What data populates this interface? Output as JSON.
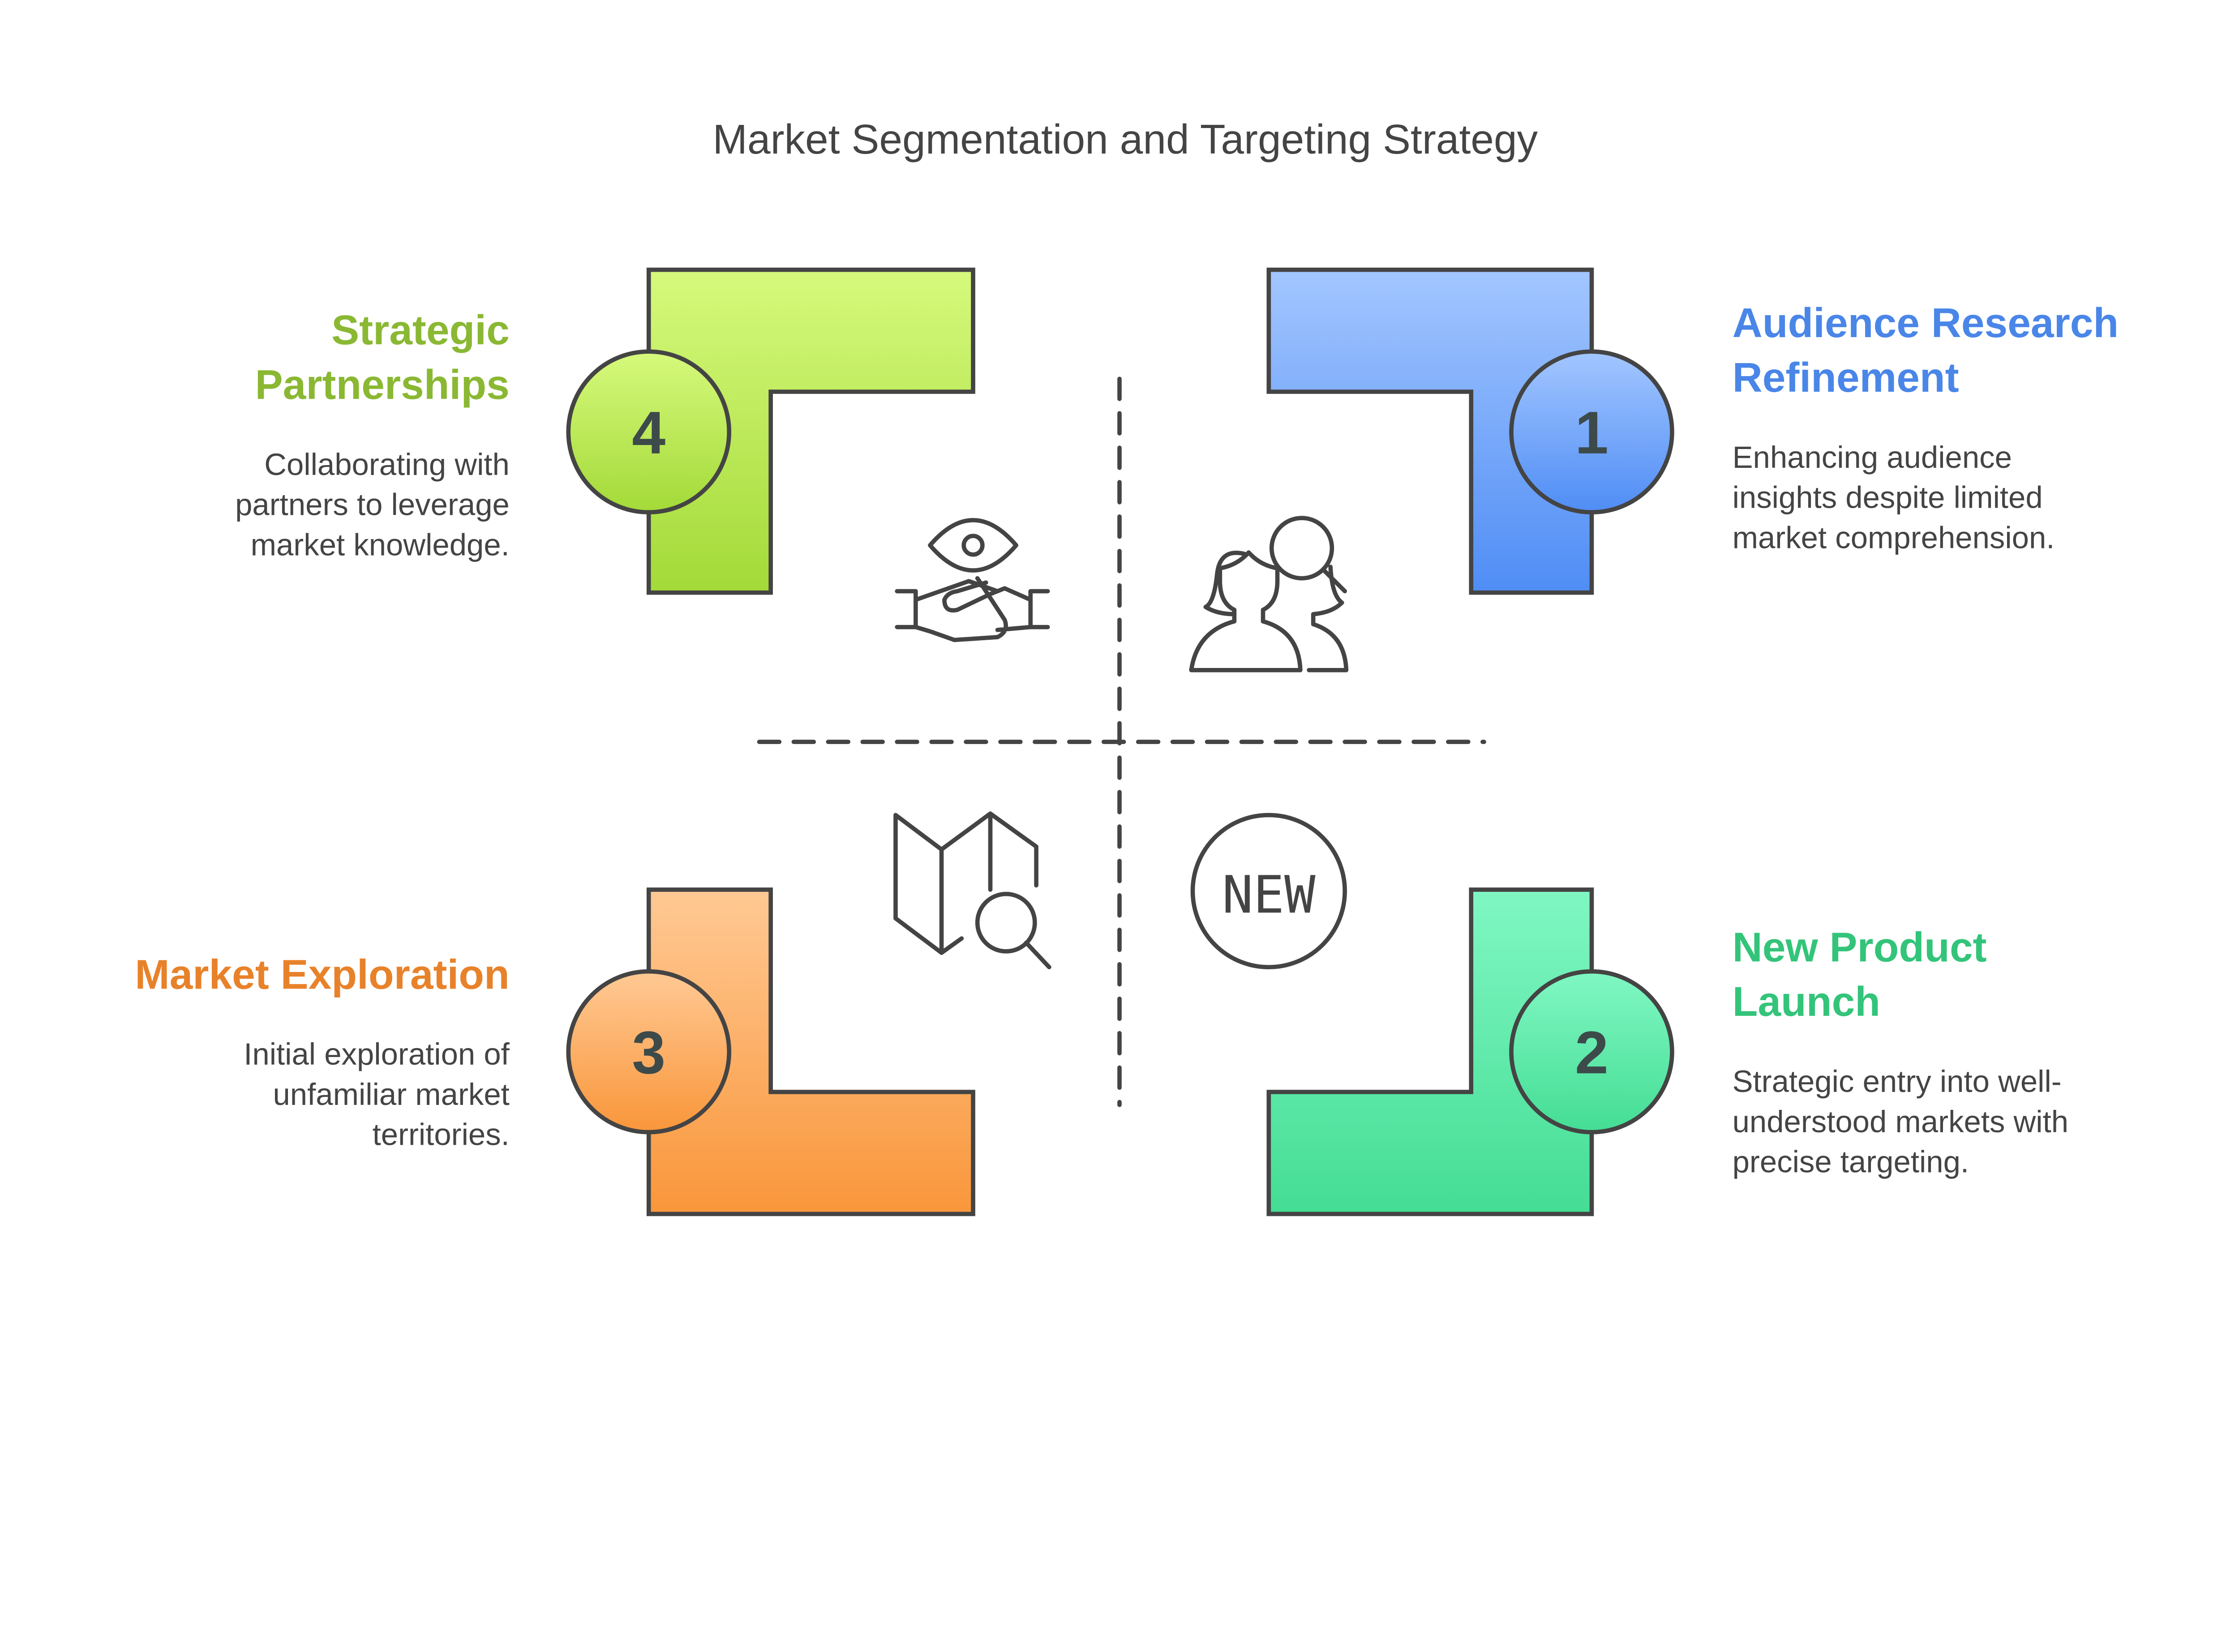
{
  "title": "Market Segmentation and Targeting Strategy",
  "quadrants": [
    {
      "number": "4",
      "heading_lines": [
        "Strategic",
        "Partnerships"
      ],
      "body_lines": [
        "Collaborating with",
        "partners to leverage",
        "market knowledge."
      ],
      "color": "#8ab833",
      "icon": "handshake-eye-icon"
    },
    {
      "number": "1",
      "heading_lines": [
        "Audience Research",
        "Refinement"
      ],
      "body_lines": [
        "Enhancing audience",
        "insights despite limited",
        "market comprehension."
      ],
      "color": "#4a86e8",
      "icon": "audience-search-icon"
    },
    {
      "number": "3",
      "heading_lines": [
        "Market Exploration"
      ],
      "body_lines": [
        "Initial exploration of",
        "unfamiliar market",
        "territories."
      ],
      "color": "#e8822a",
      "icon": "map-search-icon"
    },
    {
      "number": "2",
      "heading_lines": [
        "New Product",
        "Launch"
      ],
      "body_lines": [
        "Strategic entry into well-",
        "understood markets with",
        "precise targeting."
      ],
      "color": "#33c47a",
      "icon": "new-badge-icon"
    }
  ],
  "icon_text": {
    "new": "NEW"
  }
}
